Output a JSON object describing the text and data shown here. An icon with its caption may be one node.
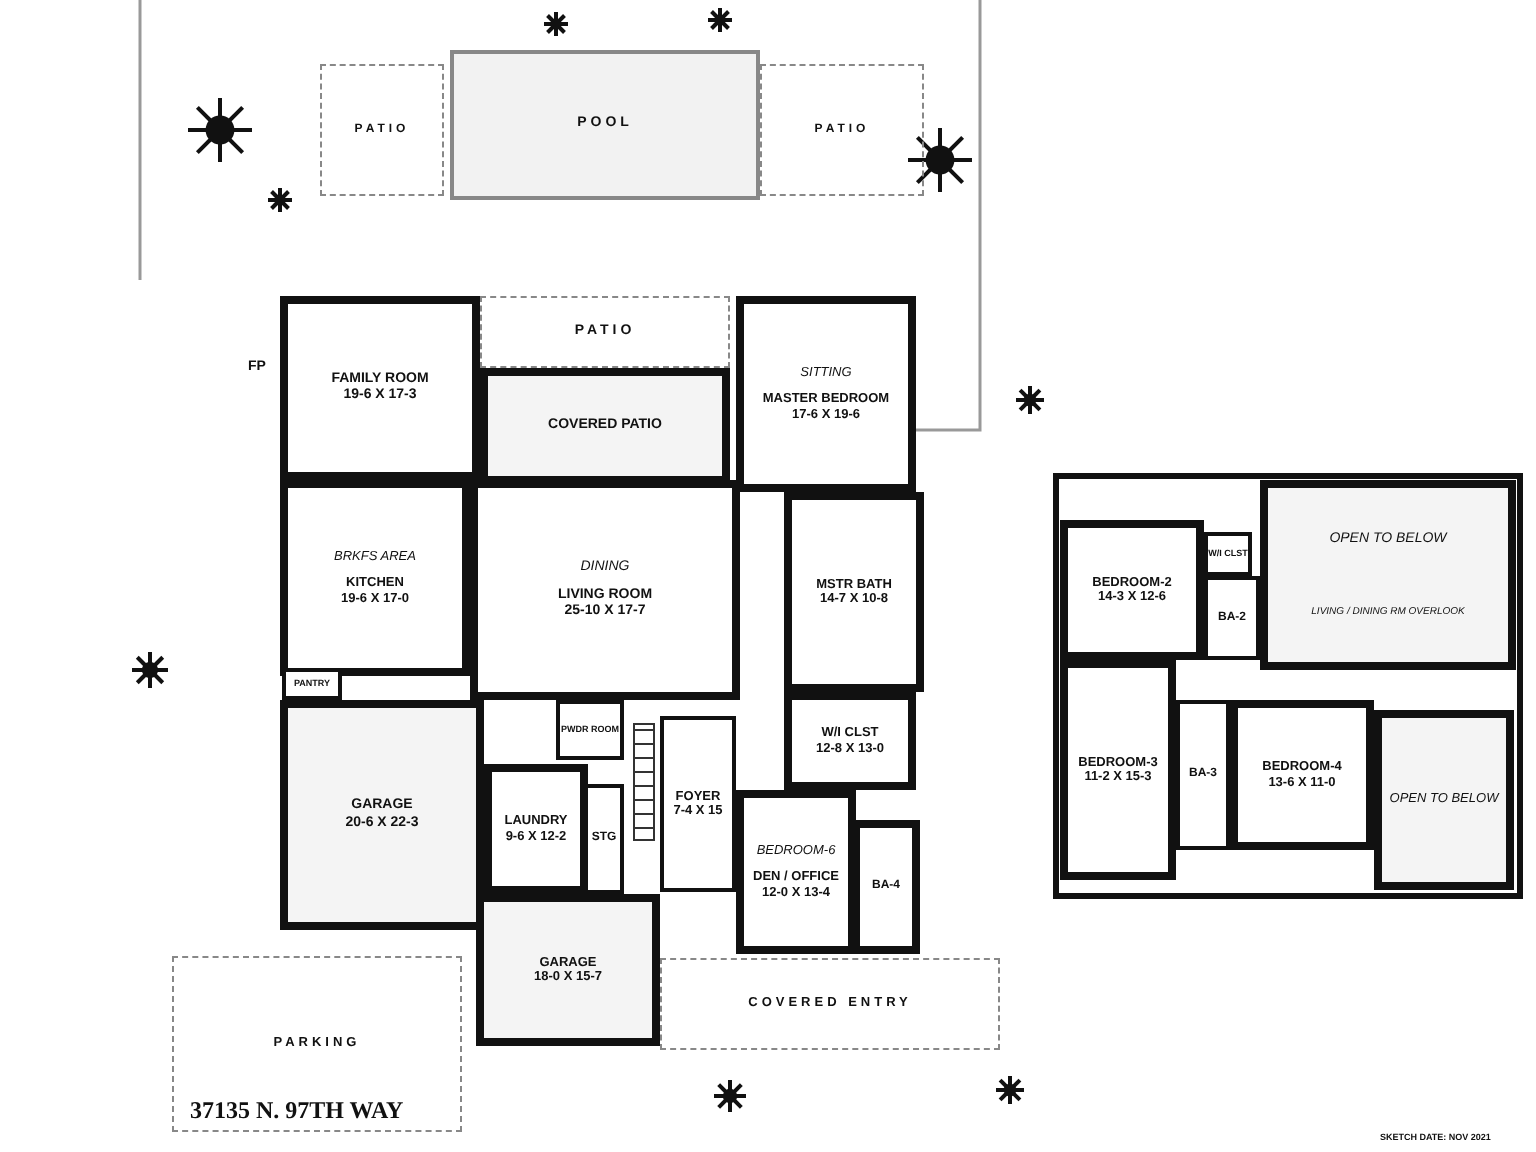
{
  "diagram": {
    "nodes": [
      {
        "text": [
          "PATIO"
        ]
      },
      {
        "text": [
          "POOL"
        ]
      },
      {
        "text": [
          "PATIO"
        ]
      },
      {
        "text": [
          "PATIO"
        ]
      },
      {
        "text": [
          "FAMILY ROOM",
          "19-6 X 17-3"
        ]
      },
      {
        "text": [
          "COVERED PATIO"
        ]
      },
      {
        "text": [
          "SITTING",
          "MASTER BEDROOM",
          "17-6 X 19-6"
        ]
      },
      {
        "text": [
          "BRKFS AREA",
          "KITCHEN",
          "19-6 X 17-0"
        ]
      },
      {
        "text": [
          "DINING",
          "LIVING ROOM",
          "25-10 X 17-7"
        ]
      },
      {
        "text": [
          "MSTR BATH",
          "14-7 X 10-8"
        ]
      },
      {
        "text": [
          "PANTRY"
        ]
      },
      {
        "text": [
          "W/I CLST",
          "12-8 X 13-0"
        ]
      },
      {
        "text": [
          "GARAGE",
          "20-6 X 22-3"
        ]
      },
      {
        "text": [
          "PWDR ROOM"
        ]
      },
      {
        "text": [
          "LAUNDRY",
          "9-6 X 12-2"
        ]
      },
      {
        "text": [
          "STG"
        ]
      },
      {
        "text": [
          "FOYER",
          "7-4 X 15"
        ]
      },
      {
        "text": [
          "BEDROOM-6",
          "DEN / OFFICE",
          "12-0 X 13-4"
        ]
      },
      {
        "text": [
          "BA-4"
        ]
      },
      {
        "text": [
          "GARAGE",
          "18-0 X 15-7"
        ]
      },
      {
        "text": [
          "COVERED ENTRY"
        ]
      },
      {
        "text": [
          "PARKING"
        ]
      },
      {
        "text": [
          "BEDROOM-2",
          "14-3 X 12-6"
        ]
      },
      {
        "text": [
          "W/I CLST"
        ]
      },
      {
        "text": [
          "BA-2"
        ]
      },
      {
        "text": [
          "OPEN TO BELOW",
          "LIVING / DINING RM OVERLOOK"
        ]
      },
      {
        "text": [
          "BEDROOM-3",
          "11-2 X 15-3"
        ]
      },
      {
        "text": [
          "BA-3"
        ]
      },
      {
        "text": [
          "BEDROOM-4",
          "13-6 X 11-0"
        ]
      },
      {
        "text": [
          "OPEN TO BELOW"
        ]
      }
    ],
    "labels": [
      "FP",
      "37135 N. 97TH WAY",
      "SKETCH DATE: NOV 2021"
    ]
  }
}
